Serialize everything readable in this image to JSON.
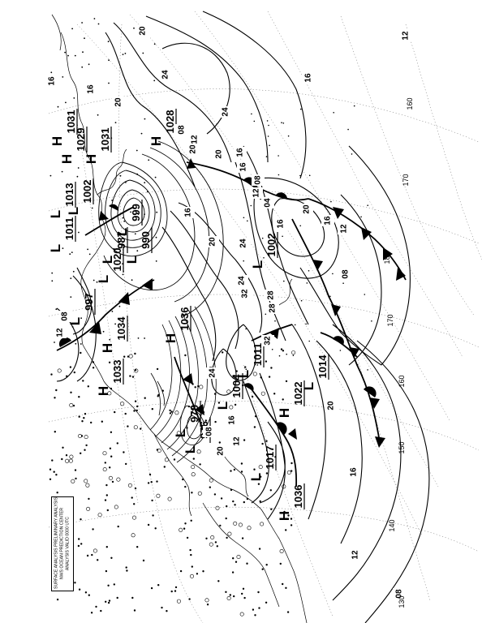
{
  "caption": {
    "lines": [
      "SURFACE ANALYSIS PRELIMINARY ANALYSIS",
      "NWS OCEAN PREDICTION CENTER",
      "ANALYSIS VALID 0000 UTC"
    ]
  },
  "longitude_labels": [
    "130",
    "140",
    "150",
    "160",
    "170",
    "180",
    "170",
    "160"
  ],
  "pressure_centers": [
    {
      "type": "H",
      "value": "1031"
    },
    {
      "type": "H",
      "value": "1029"
    },
    {
      "type": "H",
      "value": "1031"
    },
    {
      "type": "H",
      "value": "1028"
    },
    {
      "type": "L",
      "value": "1013"
    },
    {
      "type": "L",
      "value": "1002"
    },
    {
      "type": "L",
      "value": "1011"
    },
    {
      "type": "L",
      "value": "987"
    },
    {
      "type": "L",
      "value": "1020"
    },
    {
      "type": "L",
      "value": "999"
    },
    {
      "type": "L",
      "value": "990"
    },
    {
      "type": "L",
      "value": "997"
    },
    {
      "type": "H",
      "value": "1034"
    },
    {
      "type": "H",
      "value": "1033"
    },
    {
      "type": "H",
      "value": "1036"
    },
    {
      "type": "L",
      "value": "978"
    },
    {
      "type": "L",
      "value": "976"
    },
    {
      "type": "L",
      "value": "1002"
    },
    {
      "type": "L",
      "value": "1011"
    },
    {
      "type": "L",
      "value": "1014"
    },
    {
      "type": "H",
      "value": "1022"
    },
    {
      "type": "L",
      "value": "1017"
    },
    {
      "type": "L",
      "value": "1004"
    },
    {
      "type": "H",
      "value": "1036"
    }
  ],
  "isobar_labels": [
    "20",
    "24",
    "20",
    "16",
    "24",
    "20",
    "20",
    "16",
    "28",
    "24",
    "32",
    "28",
    "32",
    "24",
    "20",
    "16",
    "12",
    "08",
    "04",
    "08",
    "12",
    "16",
    "20",
    "16",
    "12",
    "08",
    "20",
    "16",
    "12",
    "08",
    "16",
    "12",
    "08",
    "16",
    "20",
    "24",
    "28",
    "12",
    "08",
    "16",
    "16",
    "12"
  ],
  "colors": {
    "ink": "#000000",
    "grid": "#6a6a6a",
    "background": "#ffffff"
  }
}
